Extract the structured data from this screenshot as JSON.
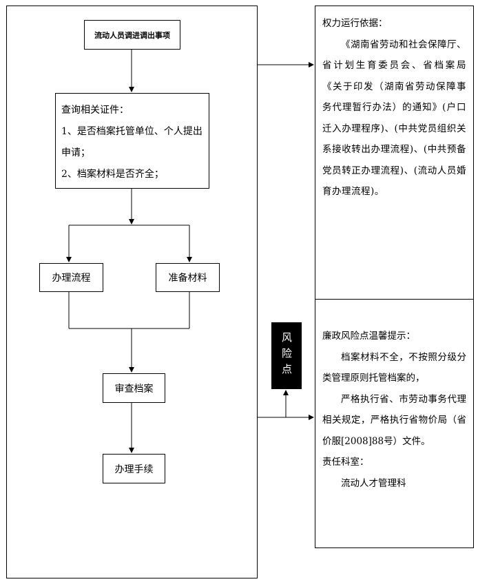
{
  "flow": {
    "start": "流动人员调进调出事项",
    "check": {
      "title": "查询相关证件：",
      "item1": "1、是否档案托管单位、个人提出申请；",
      "item2": "2、档案材料是否齐全；"
    },
    "process": "办理流程",
    "prepare": "准备材料",
    "review": "审查档案",
    "handle": "办理手续"
  },
  "basis": {
    "heading": "权力运行依据：",
    "body": "《湖南省劳动和社会保障厅、省计划生育委员会、省档案局《关于印发（湖南省劳动保障事务代理暂行办法）的通知》(户口迁入办理程序)、(中共党员组织关系接收转出办理流程)、(中共预备党员转正办理流程)、(流动人员婚育办理流程)。"
  },
  "risk_label": "风险点",
  "risk": {
    "heading": "廉政风险点温馨提示：",
    "p1": "档案材料不全，不按照分级分类管理原则托管档案的，",
    "p2": "严格执行省、市劳动事务代理相关规定，严格执行省物价局（省价服[2008]88号）文件。",
    "dept_label": "责任科室：",
    "dept": "流动人才管理科"
  }
}
